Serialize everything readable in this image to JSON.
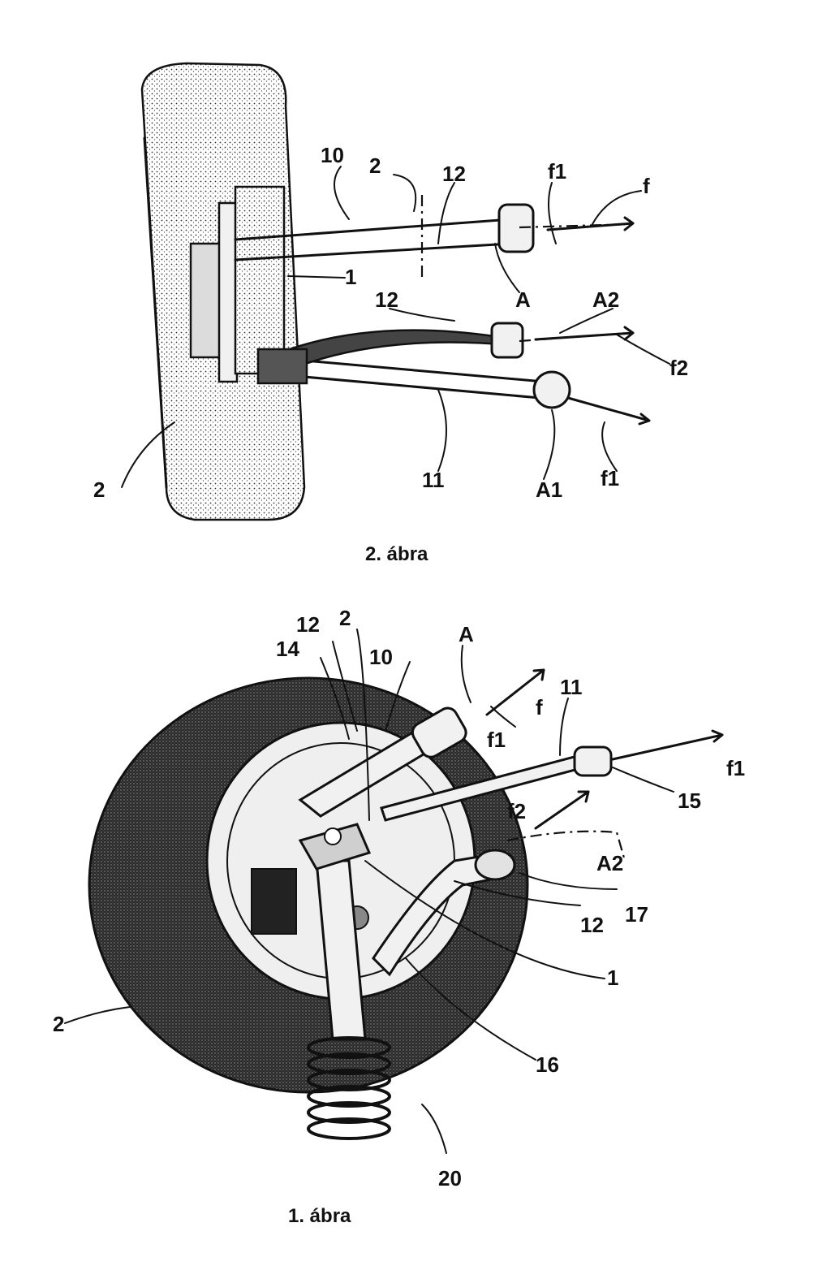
{
  "colors": {
    "ink": "#111111",
    "paper": "#ffffff",
    "tyre_fill": "#3a3a3a",
    "tyre_light": "#bdbdbd"
  },
  "figure2": {
    "caption": "2. ábra",
    "labels": {
      "l1": "10",
      "l2": "2",
      "l3": "12",
      "l4": "f1",
      "l5": "f",
      "l6": "1",
      "l7": "12",
      "l8": "A",
      "l9": "A2",
      "l10": "f2",
      "l11": "2",
      "l12": "11",
      "l13": "A1",
      "l14": "f1"
    }
  },
  "figure1": {
    "caption": "1. ábra",
    "labels": {
      "l1": "12",
      "l2": "2",
      "l3": "14",
      "l4": "10",
      "l5": "A",
      "l6": "11",
      "l7": "f1",
      "l8": "f",
      "l9": "f1",
      "l10": "15",
      "l11": "f2",
      "l12": "A2",
      "l13": "17",
      "l14": "12",
      "l15": "1",
      "l16": "16",
      "l17": "2",
      "l18": "20"
    }
  }
}
